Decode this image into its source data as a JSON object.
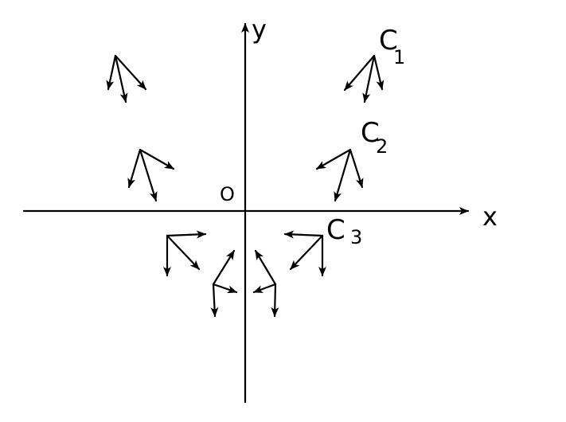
{
  "axes": {
    "x_label": "x",
    "y_label": "y",
    "origin_label": "O"
  },
  "labels": [
    {
      "id": "c1",
      "letter": "C",
      "sub": "1"
    },
    {
      "id": "c2",
      "letter": "C",
      "sub": "2"
    },
    {
      "id": "c3",
      "letter": "C",
      "sub": "3"
    }
  ],
  "colors": {
    "ink": "#000000",
    "paper": "#ffffff"
  }
}
